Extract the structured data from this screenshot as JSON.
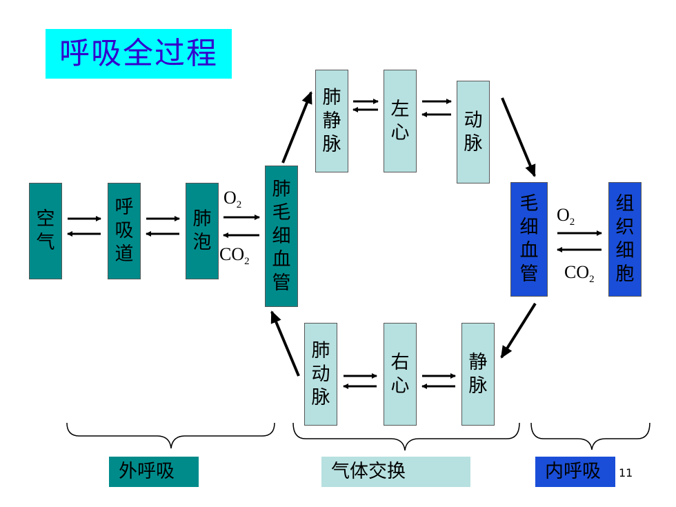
{
  "title": "呼吸全过程",
  "boxes": {
    "air": "空\n气",
    "airway": "呼\n吸\n道",
    "alveoli": "肺\n泡",
    "lung_capillary": "肺\n毛\n细\n血\n管",
    "pulmonary_vein": "肺\n静\n脉",
    "left_heart": "左\n心",
    "artery": "动\n脉",
    "tissue_capillary": "毛\n细\n血\n管",
    "tissue_cell": "组\n织\n细\n胞",
    "pulmonary_artery": "肺\n动\n脉",
    "right_heart": "右\n心",
    "vein": "静\n脉"
  },
  "gas": {
    "o2": "O",
    "co2": "CO",
    "sub": "2"
  },
  "bottom_labels": {
    "external": "外呼吸",
    "exchange": "气体交换",
    "internal": "内呼吸"
  },
  "page_number": "11",
  "colors": {
    "title_bg": "#00ffff",
    "title_text": "#3300cc",
    "teal": "#008b8b",
    "light": "#b7e0e0",
    "blue": "#1a4ed8"
  }
}
